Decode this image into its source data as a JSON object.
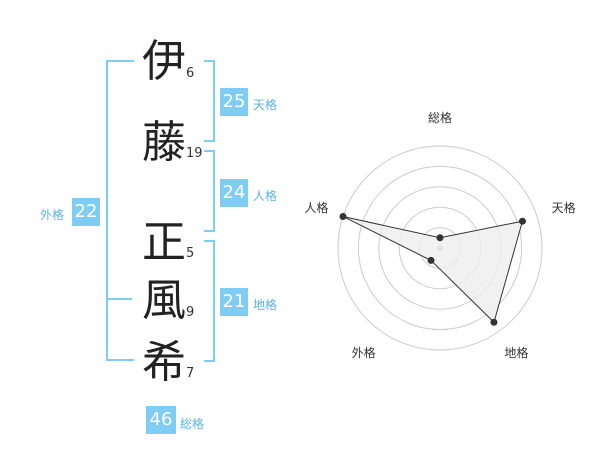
{
  "name": {
    "chars": [
      {
        "char": "伊",
        "strokes": "6"
      },
      {
        "char": "藤",
        "strokes": "19"
      },
      {
        "char": "正",
        "strokes": "5"
      },
      {
        "char": "風",
        "strokes": "9"
      },
      {
        "char": "希",
        "strokes": "7"
      }
    ]
  },
  "kaku": {
    "tenkaku": {
      "value": "25",
      "label": "天格"
    },
    "jinkaku": {
      "value": "24",
      "label": "人格"
    },
    "chikaku": {
      "value": "21",
      "label": "地格"
    },
    "gaikaku": {
      "value": "22",
      "label": "外格"
    },
    "soukaku": {
      "value": "46",
      "label": "総格"
    }
  },
  "colors": {
    "accent": "#7fcdf4",
    "label": "#5ab4e6",
    "grid": "#cccccc",
    "fill": "#eeeeee",
    "line": "#333333"
  },
  "chart_data": {
    "type": "radar",
    "axes": [
      "総格",
      "天格",
      "地格",
      "外格",
      "人格"
    ],
    "values": [
      0.1,
      0.85,
      0.9,
      0.15,
      1.0
    ],
    "max": 1.0,
    "rings": 5
  }
}
